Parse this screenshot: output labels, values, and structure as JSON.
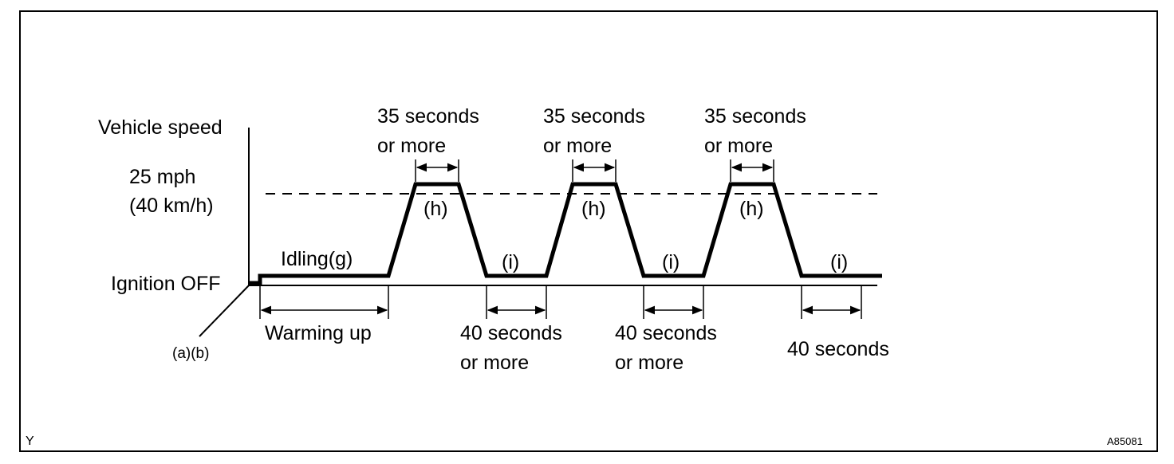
{
  "axis": {
    "y_label": "Vehicle speed",
    "speed_line1": "25 mph",
    "speed_line2": "(40 km/h)",
    "ignition_off": "Ignition OFF",
    "start_steps": "(a)(b)"
  },
  "idle": {
    "label": "Idling(g)"
  },
  "warm_up": {
    "label": "Warming up"
  },
  "cruise": [
    {
      "line1": "35 seconds",
      "line2": "or more",
      "step": "(h)"
    },
    {
      "line1": "35 seconds",
      "line2": "or more",
      "step": "(h)"
    },
    {
      "line1": "35 seconds",
      "line2": "or more",
      "step": "(h)"
    }
  ],
  "idle_periods": [
    {
      "line1": "40 seconds",
      "line2": "or more",
      "step": "(i)"
    },
    {
      "line1": "40 seconds",
      "line2": "or more",
      "step": "(i)"
    },
    {
      "line1": "40 seconds",
      "line2": "",
      "step": "(i)"
    }
  ],
  "footer": {
    "corner_left": "Y",
    "figure_id": "A85081"
  },
  "colors": {
    "stroke": "#000000",
    "background": "#ffffff"
  }
}
